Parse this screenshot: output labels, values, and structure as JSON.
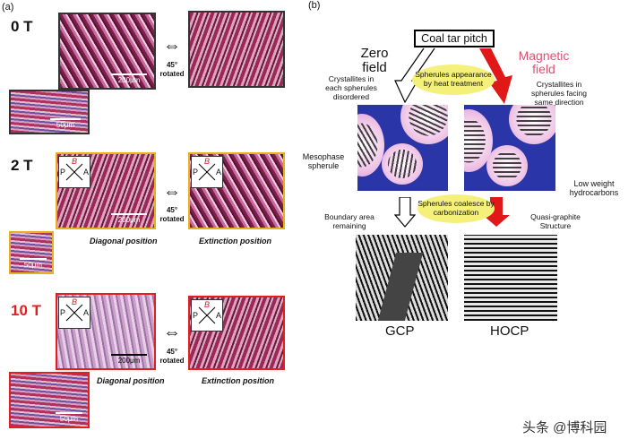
{
  "panel_a": {
    "label": "(a)",
    "rows": [
      {
        "field": "0 T",
        "scale_main": "200μm",
        "scale_inset": "50μm",
        "rotation": "45° rotated"
      },
      {
        "field": "2 T",
        "scale_main": "200μm",
        "scale_inset": "50μm",
        "rotation": "45° rotated",
        "left_caption": "Diagonal position",
        "right_caption": "Extinction position"
      },
      {
        "field": "10 T",
        "scale_main": "200μm",
        "scale_inset": "50μm",
        "rotation": "45° rotated",
        "left_caption": "Diagonal position",
        "right_caption": "Extinction position"
      }
    ],
    "polarizer": {
      "p": "P",
      "a": "A",
      "b": "B"
    },
    "colors": {
      "2T": "#e8b020",
      "10T": "#e02020"
    }
  },
  "panel_b": {
    "label": "(b)",
    "source": "Coal tar pitch",
    "zero_field": "Zero field",
    "magnetic_field": "Magnetic field",
    "step1": "Spherules appearance by heat treatment",
    "step2": "Spherules coalesce by carbonization",
    "left_note": "Crystallites in each spherules disordered",
    "right_note": "Crystallites in spherules facing same direction",
    "mesophase": "Mesophase spherule",
    "low_weight": "Low weight hydrocarbons",
    "boundary": "Boundary area remaining",
    "quasi": "Quasi-graphite Structure",
    "gcp": "GCP",
    "hocp": "HOCP"
  },
  "watermark": "头条 @博科园"
}
